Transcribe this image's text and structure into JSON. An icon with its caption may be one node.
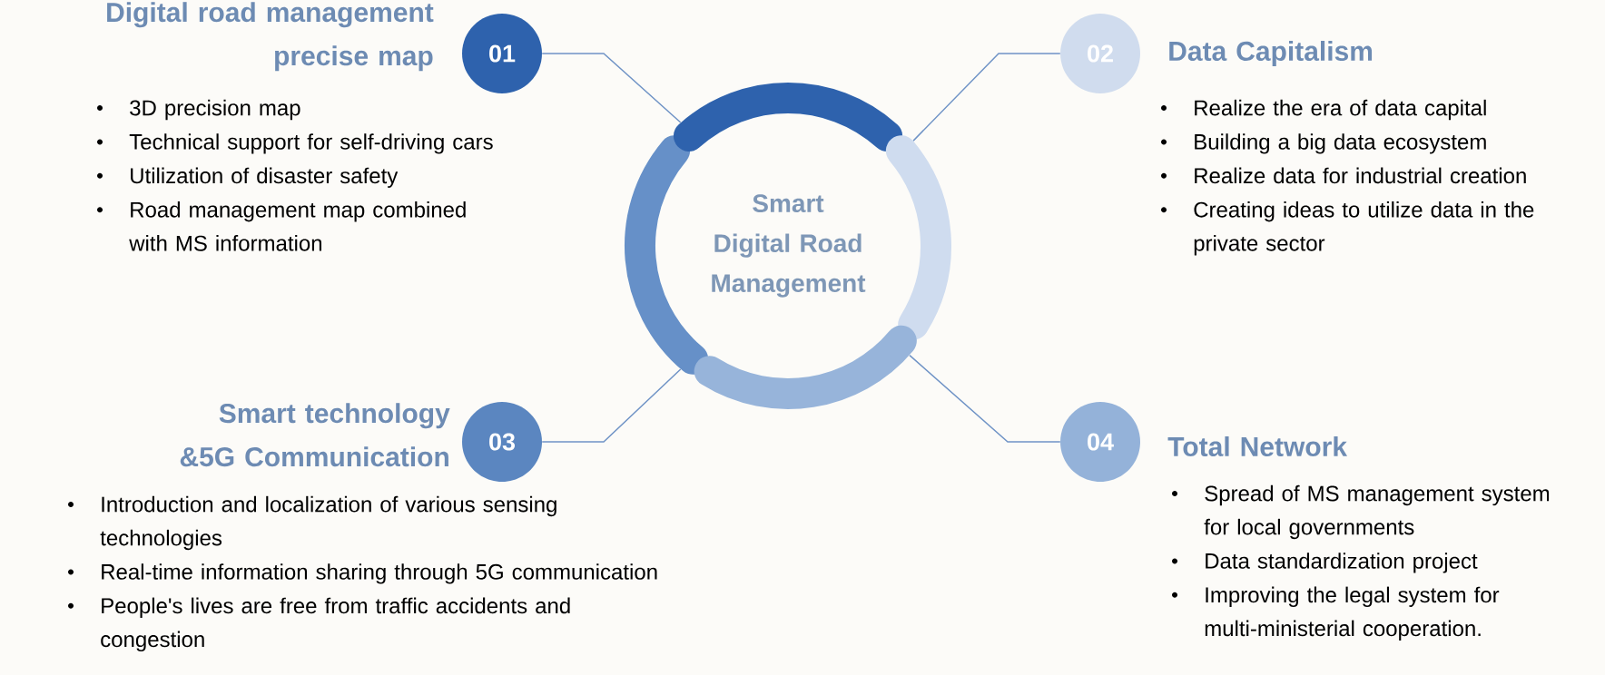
{
  "diagram": {
    "nodes": [
      {
        "text": [
          "01"
        ],
        "beside": [
          "Digital road management precise map",
          "3D precision map",
          "Technical support for self-driving cars",
          "Utilization of disaster safety",
          "Road management map combined with MS information"
        ]
      },
      {
        "text": [
          "02"
        ],
        "beside": [
          "Data Capitalism",
          "Realize the era of data capital",
          "Building a big data ecosystem",
          "Realize data for industrial creation",
          "Creating ideas to utilize data in the private sector"
        ]
      },
      {
        "text": [
          "03"
        ],
        "beside": [
          "Smart technology &5G Communication",
          "Introduction and localization of various sensing technologies",
          "Real-time information sharing through 5G communication",
          "People's lives are free from traffic accidents and congestion"
        ]
      },
      {
        "text": [
          "04"
        ],
        "beside": [
          "Total Network",
          "Spread of MS management system for local governments",
          "Data standardization project",
          "Improving the legal system for multi-ministerial cooperation."
        ]
      },
      {
        "text": [],
        "shape": "arc"
      },
      {
        "text": [],
        "shape": "arc"
      },
      {
        "text": [],
        "shape": "arc"
      },
      {
        "text": [],
        "shape": "arc"
      }
    ],
    "edges": [
      {
        "from": 0,
        "to": 4,
        "arrow": "none"
      },
      {
        "from": 1,
        "to": 5,
        "arrow": "none"
      },
      {
        "from": 2,
        "to": 6,
        "arrow": "none"
      },
      {
        "from": 3,
        "to": 7,
        "arrow": "none"
      }
    ],
    "labels": [
      "Smart Digital Road Management"
    ]
  }
}
